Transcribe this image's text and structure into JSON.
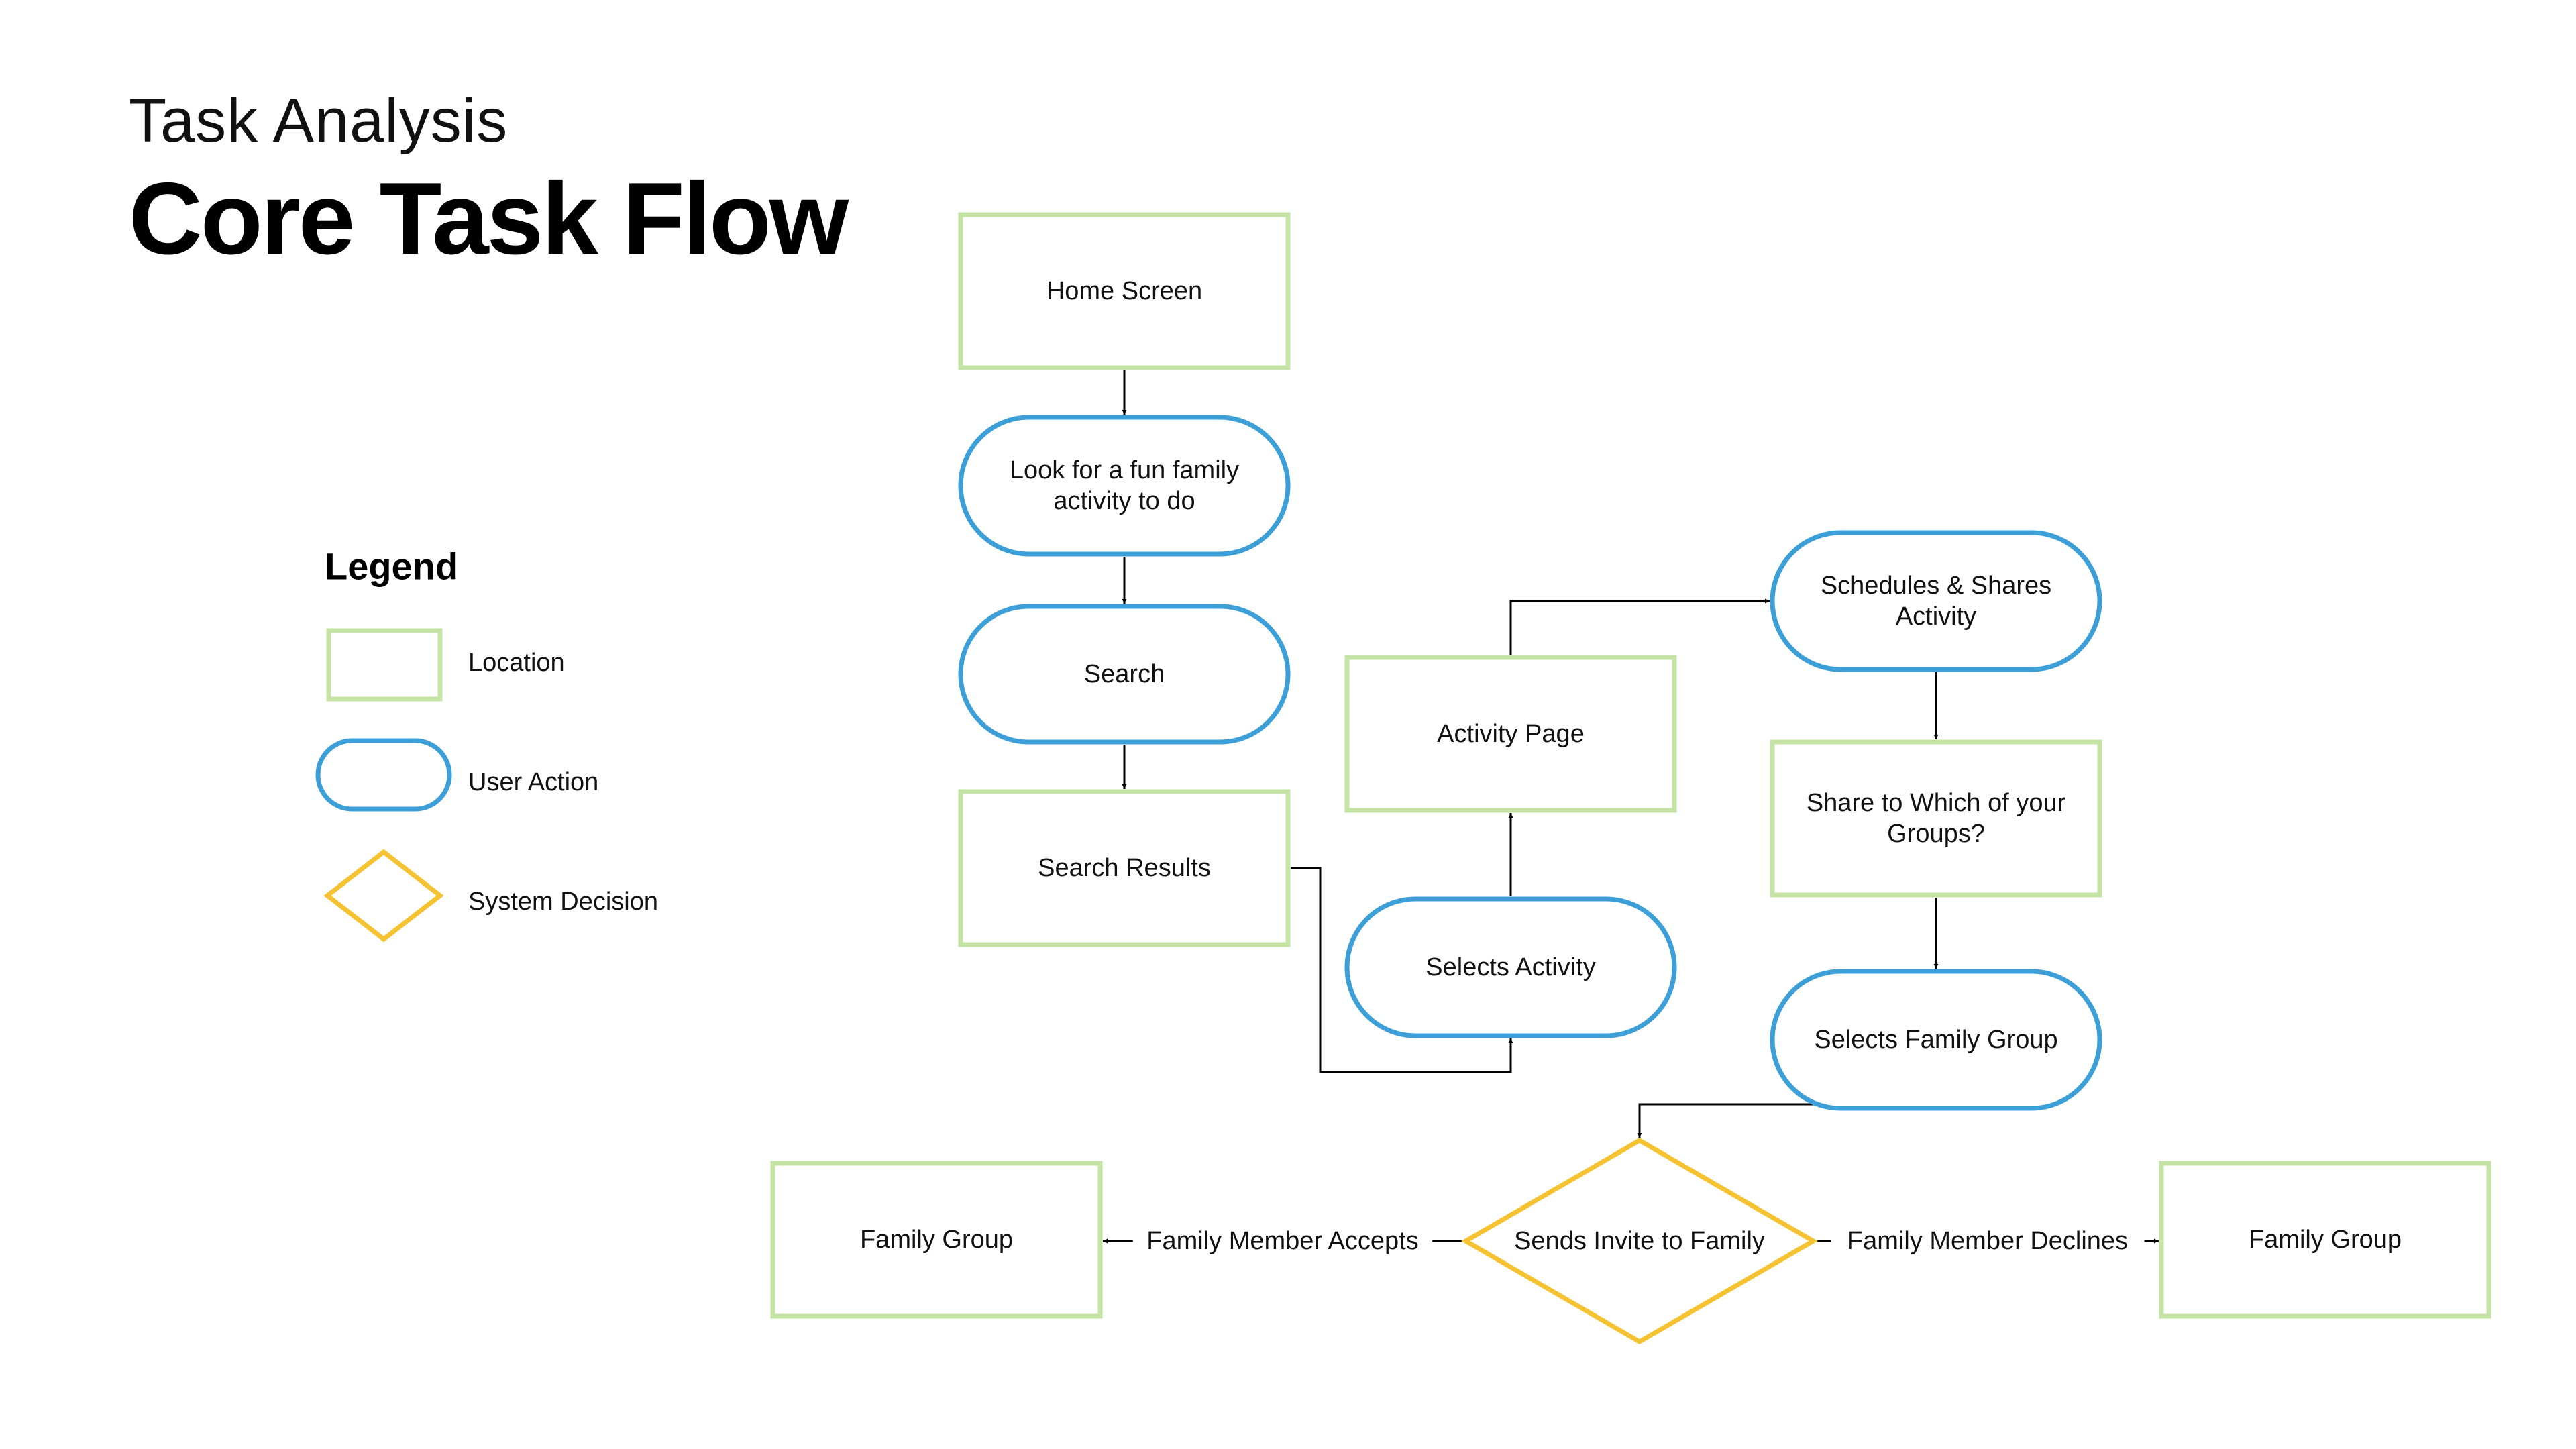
{
  "header": {
    "subtitle": "Task Analysis",
    "title": "Core Task Flow"
  },
  "colors": {
    "location": "#c5e3a4",
    "user_action": "#3d9fd8",
    "system_decision": "#f5c332",
    "connector": "#000000"
  },
  "legend": {
    "title": "Legend",
    "items": [
      {
        "kind": "location",
        "label": "Location"
      },
      {
        "kind": "user_action",
        "label": "User Action"
      },
      {
        "kind": "system_decision",
        "label": "System Decision"
      }
    ]
  },
  "nodes": {
    "home_screen": {
      "kind": "location",
      "lines": [
        "Home Screen"
      ]
    },
    "look_for_activity": {
      "kind": "user_action",
      "lines": [
        "Look for a fun family",
        "activity to do"
      ]
    },
    "search": {
      "kind": "user_action",
      "lines": [
        "Search"
      ]
    },
    "search_results": {
      "kind": "location",
      "lines": [
        "Search Results"
      ]
    },
    "selects_activity": {
      "kind": "user_action",
      "lines": [
        "Selects Activity"
      ]
    },
    "activity_page": {
      "kind": "location",
      "lines": [
        "Activity Page"
      ]
    },
    "schedules_shares": {
      "kind": "user_action",
      "lines": [
        "Schedules & Shares",
        "Activity"
      ]
    },
    "share_to_groups": {
      "kind": "location",
      "lines": [
        "Share to Which of your",
        "Groups?"
      ]
    },
    "selects_family_group": {
      "kind": "user_action",
      "lines": [
        "Selects Family Group"
      ]
    },
    "sends_invite": {
      "kind": "system_decision",
      "lines": [
        "Sends Invite to Family"
      ]
    },
    "family_group_accept": {
      "kind": "location",
      "lines": [
        "Family Group"
      ]
    },
    "family_group_decline": {
      "kind": "location",
      "lines": [
        "Family Group"
      ]
    }
  },
  "edges": [
    {
      "from": "home_screen",
      "to": "look_for_activity"
    },
    {
      "from": "look_for_activity",
      "to": "search"
    },
    {
      "from": "search",
      "to": "search_results"
    },
    {
      "from": "search_results",
      "to": "selects_activity"
    },
    {
      "from": "selects_activity",
      "to": "activity_page"
    },
    {
      "from": "activity_page",
      "to": "schedules_shares"
    },
    {
      "from": "schedules_shares",
      "to": "share_to_groups"
    },
    {
      "from": "share_to_groups",
      "to": "selects_family_group"
    },
    {
      "from": "selects_family_group",
      "to": "sends_invite"
    },
    {
      "from": "sends_invite",
      "to": "family_group_accept",
      "label": "Family Member Accepts"
    },
    {
      "from": "sends_invite",
      "to": "family_group_decline",
      "label": "Family Member Declines"
    }
  ]
}
